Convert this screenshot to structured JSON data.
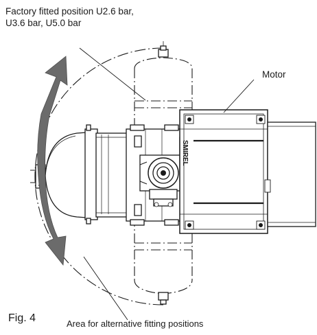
{
  "figure": {
    "label": "Fig. 4"
  },
  "callouts": {
    "factory_position_line1": "Factory fitted position U2.6 bar,",
    "factory_position_line2": "U3.6 bar, U5.0 bar",
    "motor": "Motor",
    "alternative_area": "Area for alternative fitting positions"
  },
  "product": {
    "brand_mark": "SMIREL"
  },
  "icons": {
    "rotation_arrow": "double-headed-curved-arrow-icon"
  },
  "colors": {
    "line": "#1a1a1a",
    "arrow_fill": "#6b6b6b",
    "background": "#ffffff"
  }
}
